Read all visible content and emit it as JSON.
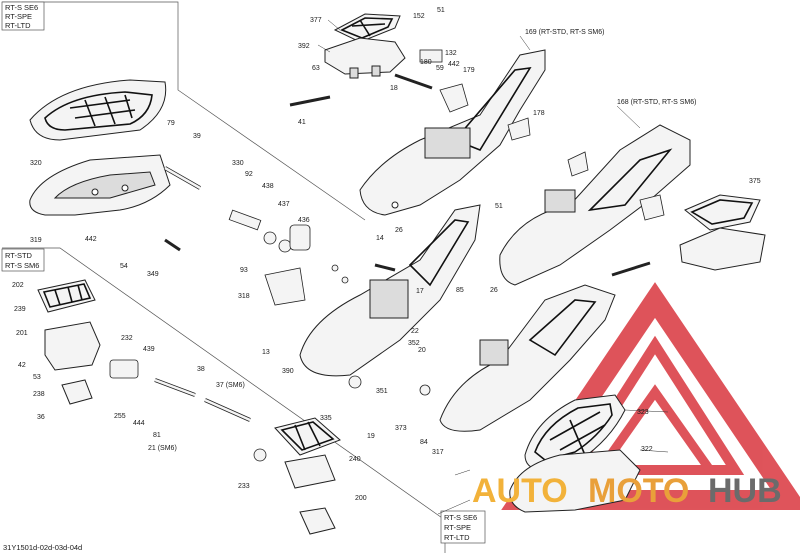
{
  "brand": {
    "watermark_left": "AUTO",
    "watermark_mid": "MOTO",
    "watermark_right": "HUB",
    "colors": {
      "auto": "#f2b23a",
      "moto": "#e9a03a",
      "hub": "#6b6b6b",
      "triangle": "#d9363e"
    }
  },
  "variant_boxes": {
    "top_left": [
      "RT-S SE6",
      "RT-SPE",
      "RT-LTD"
    ],
    "mid_left": [
      "RT-STD",
      "RT-S SM6"
    ],
    "bottom_right": [
      "RT-S SE6",
      "RT-SPE",
      "RT-LTD"
    ]
  },
  "callouts": {
    "frame_169": "169 (RT-STD, RT-S SM6)",
    "frame_168": "168 (RT-STD, RT-S SM6)",
    "part_37": "37 (SM6)",
    "part_21": "21 (SM6)"
  },
  "reference_code": "31Y1501d-02d-03d-04d",
  "part_numbers": [
    "377",
    "392",
    "152",
    "51",
    "132",
    "180",
    "63",
    "18",
    "442",
    "179",
    "41",
    "59",
    "178",
    "320",
    "79",
    "39",
    "330",
    "92",
    "438",
    "437",
    "436",
    "319",
    "442",
    "54",
    "349",
    "93",
    "318",
    "14",
    "26",
    "51",
    "17",
    "13",
    "85",
    "26",
    "202",
    "239",
    "201",
    "232",
    "439",
    "42",
    "53",
    "238",
    "38",
    "255",
    "36",
    "444",
    "81",
    "390",
    "22",
    "352",
    "20",
    "351",
    "335",
    "19",
    "373",
    "84",
    "317",
    "323",
    "322",
    "240",
    "233",
    "200",
    "375"
  ]
}
